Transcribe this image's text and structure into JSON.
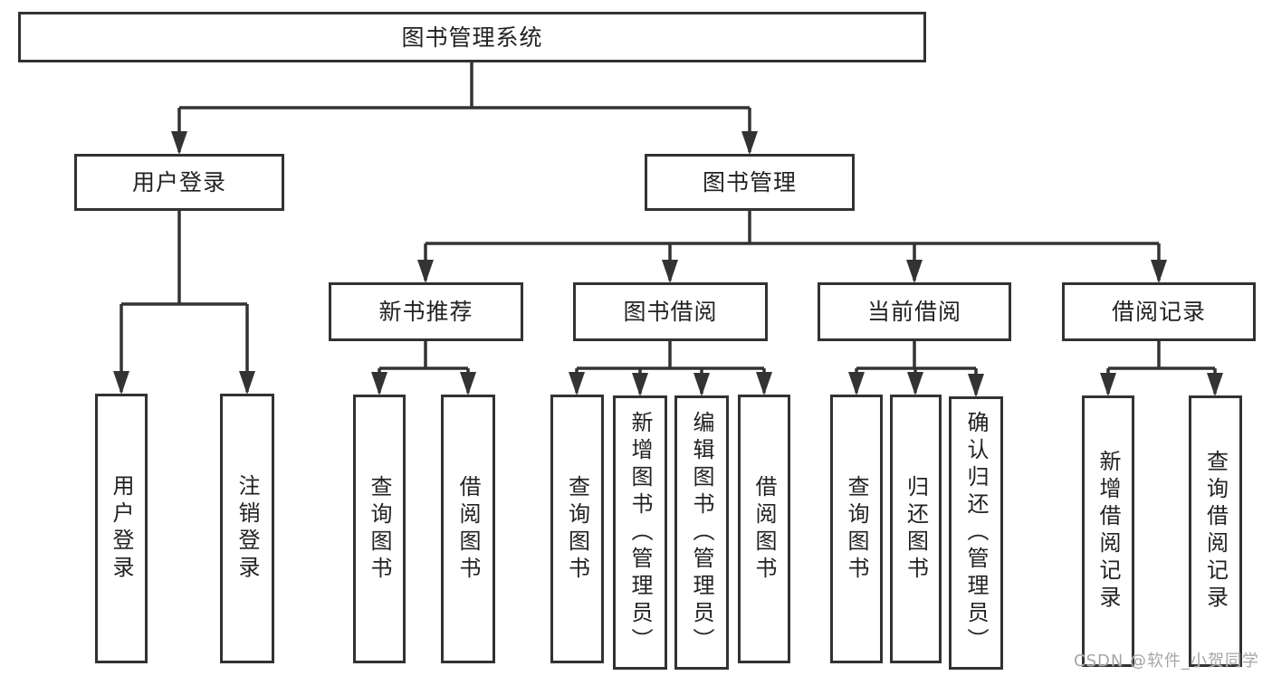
{
  "diagram_title": "图书管理系统",
  "nodes": {
    "root": "图书管理系统",
    "user_login": "用户登录",
    "book_management": "图书管理",
    "new_book_recommend": "新书推荐",
    "book_borrowing": "图书借阅",
    "current_borrowing": "当前借阅",
    "borrowing_records": "借阅记录",
    "leaf_user_login": "用户登录",
    "leaf_logout": "注销登录",
    "leaf_nbr_query_books": "查询图书",
    "leaf_nbr_borrow_books": "借阅图书",
    "leaf_bb_query_books": "查询图书",
    "leaf_bb_add_books": "新增图书（管理员）",
    "leaf_bb_edit_books": "编辑图书（管理员）",
    "leaf_bb_borrow_books": "借阅图书",
    "leaf_cb_query_books": "查询图书",
    "leaf_cb_return_books": "归还图书",
    "leaf_cb_confirm_return": "确认归还（管理员）",
    "leaf_br_add_record": "新增借阅记录",
    "leaf_br_query_record": "查询借阅记录"
  },
  "watermark": {
    "text": "CSDN @软件_小贺同学"
  },
  "colors": {
    "line": "#333333",
    "box_border": "#323232",
    "text": "#222222",
    "watermark": "#a6a6a6",
    "background": "#ffffff"
  }
}
